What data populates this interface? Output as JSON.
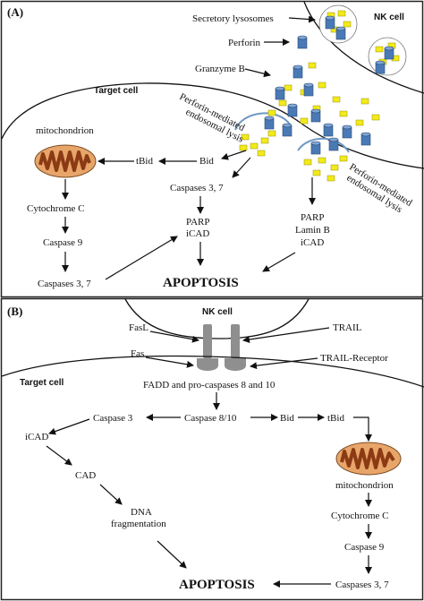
{
  "panelA": {
    "label": "(A)",
    "nk_cell": "NK cell",
    "secretory_lysosomes": "Secretory lysosomes",
    "perforin": "Perforin",
    "granzyme_b": "Granzyme B",
    "target_cell": "Target cell",
    "lysis_1": [
      "Perforin-mediated",
      "endosomal lysis"
    ],
    "lysis_2": [
      "Perforin-mediated",
      "endosomal lysis"
    ],
    "mitochondrion": "mitochondrion",
    "tbid": "tBid",
    "bid": "Bid",
    "cytochrome_c": "Cytochrome  C",
    "caspase_9": "Caspase  9",
    "caspases_37_left": "Caspases 3, 7",
    "caspases_37_mid": "Caspases 3, 7",
    "parp_icad": [
      "PARP",
      "iCAD"
    ],
    "parp_lamin_icad": [
      "PARP",
      "Lamin B",
      "iCAD"
    ],
    "apoptosis": "APOPTOSIS",
    "colors": {
      "granule": "#f2ea1a",
      "perforin": "#4a7ab6",
      "mito_outer": "#e8a56a",
      "mito_inner": "#8b3a14",
      "endosome": "#6e97c4"
    }
  },
  "panelB": {
    "label": "(B)",
    "nk_cell": "NK cell",
    "fasl": "FasL",
    "fas": "Fas",
    "trail": "TRAIL",
    "trail_receptor": "TRAIL-Receptor",
    "target_cell": "Target cell",
    "fadd": "FADD and pro-caspases 8 and 10",
    "caspase_3": "Caspase 3",
    "caspase_810": "Caspase 8/10",
    "bid": "Bid",
    "tbid": "tBid",
    "icad": "iCAD",
    "cad": "CAD",
    "dna_frag": [
      "DNA",
      "fragmentation"
    ],
    "mitochondrion": "mitochondrion",
    "cytochrome_c": "Cytochrome  C",
    "caspase_9": "Caspase 9",
    "caspases_37": "Caspases 3, 7",
    "apoptosis": "APOPTOSIS",
    "colors": {
      "receptor": "#8f8f8f",
      "mito_outer": "#e8a56a",
      "mito_inner": "#8b3a14"
    }
  }
}
